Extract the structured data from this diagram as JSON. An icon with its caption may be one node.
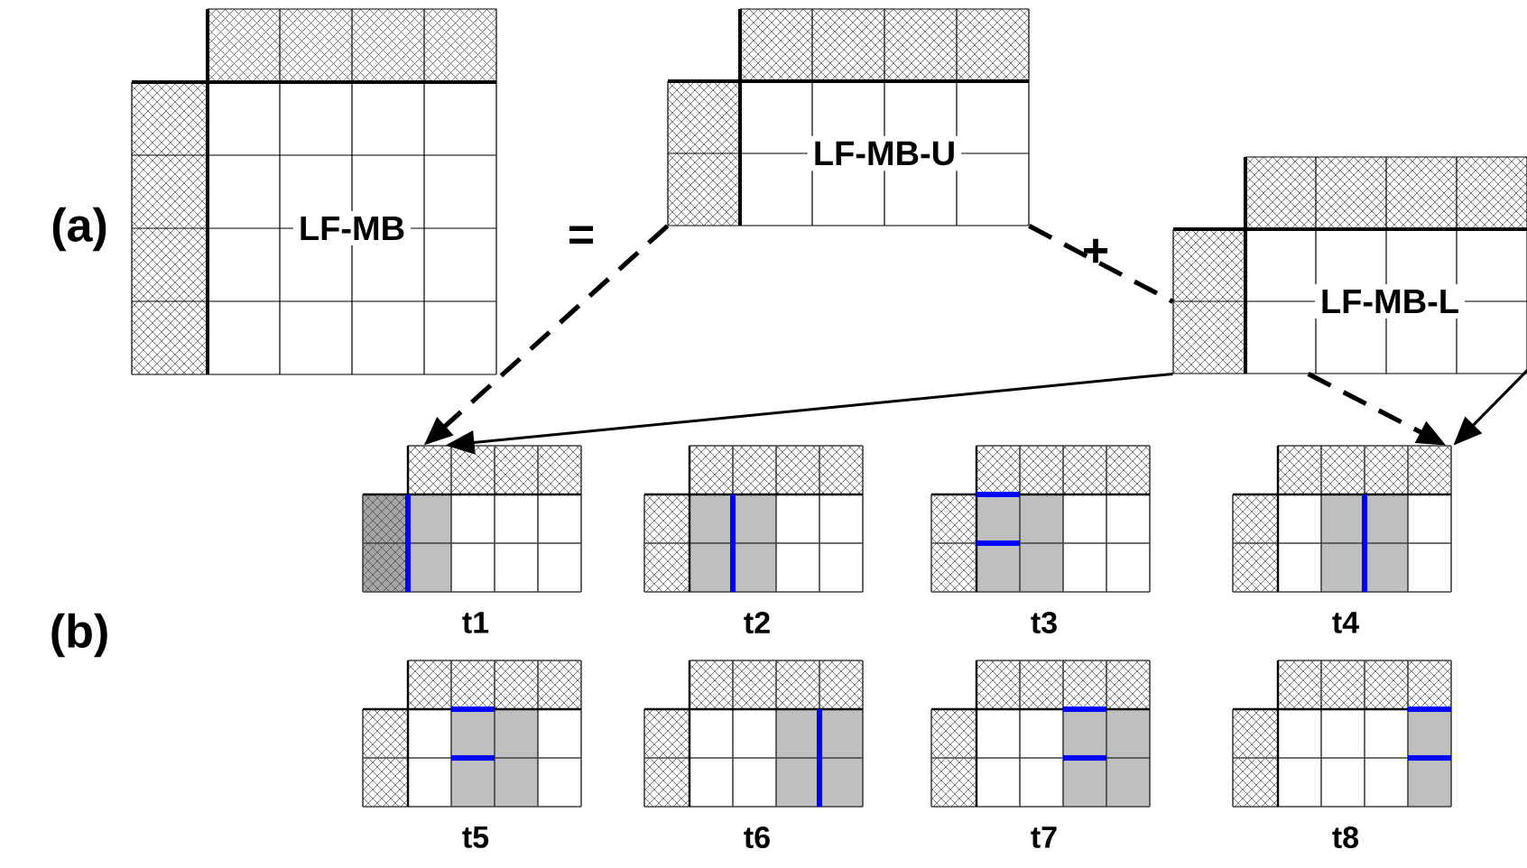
{
  "diagram": {
    "nodes": [
      {
        "text": [
          "LF-MB"
        ]
      },
      {
        "text": [
          "LF-MB-U"
        ]
      },
      {
        "text": [
          "LF-MB-L"
        ]
      },
      {
        "text": [
          "t1"
        ]
      },
      {
        "text": [
          "t2"
        ]
      },
      {
        "text": [
          "t3"
        ]
      },
      {
        "text": [
          "t4"
        ]
      },
      {
        "text": [
          "t5"
        ]
      },
      {
        "text": [
          "t6"
        ]
      },
      {
        "text": [
          "t7"
        ]
      },
      {
        "text": [
          "t8"
        ]
      }
    ],
    "edges": [
      {
        "from": 1,
        "to": 3,
        "arrow": "to",
        "style": "dashed"
      },
      {
        "from": 1,
        "to": 2,
        "arrow": "none",
        "style": "dashed",
        "label": "+"
      },
      {
        "from": 2,
        "to": 3,
        "arrow": "to"
      },
      {
        "from": 2,
        "to": 6,
        "arrow": "to",
        "style": "dashed"
      },
      {
        "from": 2,
        "to": 6,
        "arrow": "to"
      }
    ],
    "labels": [
      "(a)",
      "=",
      "(b)"
    ]
  }
}
